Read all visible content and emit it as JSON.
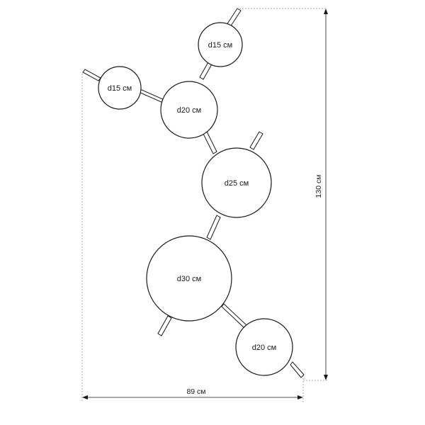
{
  "dimensions": {
    "height_label": "130 см",
    "width_label": "89 см"
  },
  "globes": [
    {
      "label": "d15 см"
    },
    {
      "label": "d15 см"
    },
    {
      "label": "d20 см"
    },
    {
      "label": "d25 см"
    },
    {
      "label": "d30 см"
    },
    {
      "label": "d20 см"
    }
  ],
  "colors": {
    "stroke": "#1a1a1a",
    "background": "#ffffff"
  }
}
